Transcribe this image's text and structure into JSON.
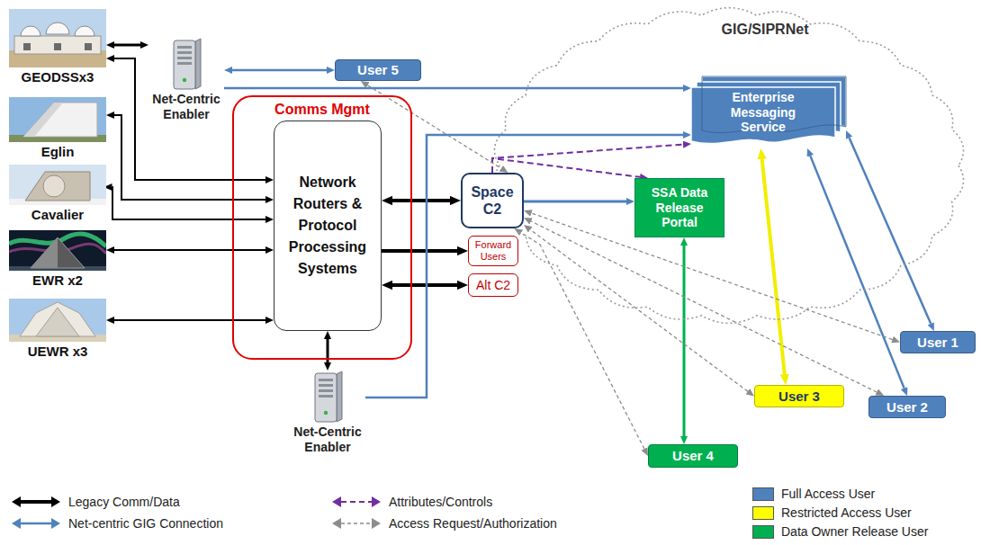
{
  "diagram": {
    "nodes": [
      {
        "text": [
          "GEODSSx3"
        ]
      },
      {
        "text": [
          "Net-Centric Enabler"
        ]
      },
      {
        "text": [
          "User 5"
        ]
      },
      {
        "text": [
          "GIG/SIPRNet"
        ]
      },
      {
        "text": [
          "Enterprise Messaging Service"
        ],
        "in": 3
      },
      {
        "text": [
          "Eglin"
        ]
      },
      {
        "text": [
          "Cavalier"
        ]
      },
      {
        "text": [
          "Comms Mgmt"
        ]
      },
      {
        "text": [
          "Network Routers & Protocol Processing Systems"
        ],
        "in": 7
      },
      {
        "text": [
          "Space C2"
        ]
      },
      {
        "text": [
          "SSA Data Release Portal"
        ],
        "in": 3
      },
      {
        "text": [
          "Forward Users"
        ]
      },
      {
        "text": [
          "Alt C2"
        ]
      },
      {
        "text": [
          "EWR x2"
        ]
      },
      {
        "text": [
          "UEWR x3"
        ]
      },
      {
        "text": [
          "Net-Centric Enabler"
        ]
      },
      {
        "text": [
          "User 1"
        ]
      },
      {
        "text": [
          "User 3"
        ]
      },
      {
        "text": [
          "User 2"
        ]
      },
      {
        "text": [
          "User 4"
        ]
      }
    ],
    "edges": [
      {
        "from": 0,
        "to": 1,
        "arrow": "both"
      },
      {
        "from": 0,
        "to": 8,
        "arrow": "both"
      },
      {
        "from": 5,
        "to": 8,
        "arrow": "both"
      },
      {
        "from": 6,
        "to": 8,
        "arrow": "both"
      },
      {
        "from": 13,
        "to": 8,
        "arrow": "both"
      },
      {
        "from": 14,
        "to": 8,
        "arrow": "both"
      },
      {
        "from": 8,
        "to": 9,
        "arrow": "both"
      },
      {
        "from": 8,
        "to": 11,
        "arrow": "to"
      },
      {
        "from": 8,
        "to": 12,
        "arrow": "both"
      },
      {
        "from": 8,
        "to": 15,
        "arrow": "both"
      },
      {
        "from": 1,
        "to": 2,
        "arrow": "both"
      },
      {
        "from": 1,
        "to": 4,
        "arrow": "to"
      },
      {
        "from": 15,
        "to": 4,
        "arrow": "to"
      },
      {
        "from": 9,
        "to": 10,
        "arrow": "to"
      },
      {
        "from": 4,
        "to": 16,
        "arrow": "both"
      },
      {
        "from": 4,
        "to": 18,
        "arrow": "both"
      },
      {
        "from": 4,
        "to": 17,
        "arrow": "both"
      },
      {
        "from": 10,
        "to": 19,
        "arrow": "both"
      },
      {
        "from": 9,
        "to": 4,
        "arrow": "to"
      },
      {
        "from": 9,
        "to": 10,
        "arrow": "to"
      },
      {
        "from": 2,
        "to": 9,
        "arrow": "both"
      },
      {
        "from": 16,
        "to": 9,
        "arrow": "both"
      },
      {
        "from": 18,
        "to": 9,
        "arrow": "both"
      },
      {
        "from": 17,
        "to": 9,
        "arrow": "both"
      },
      {
        "from": 19,
        "to": 9,
        "arrow": "both"
      }
    ],
    "legend": [
      {
        "text": "Legacy Comm/Data"
      },
      {
        "text": "Net-centric GIG Connection"
      },
      {
        "text": "Attributes/Controls"
      },
      {
        "text": "Access Request/Authorization"
      },
      {
        "text": "Full Access User",
        "color": "#4f81bd"
      },
      {
        "text": "Restricted Access User",
        "color": "#ffff00"
      },
      {
        "text": "Data Owner Release User",
        "color": "#00b050"
      }
    ]
  }
}
